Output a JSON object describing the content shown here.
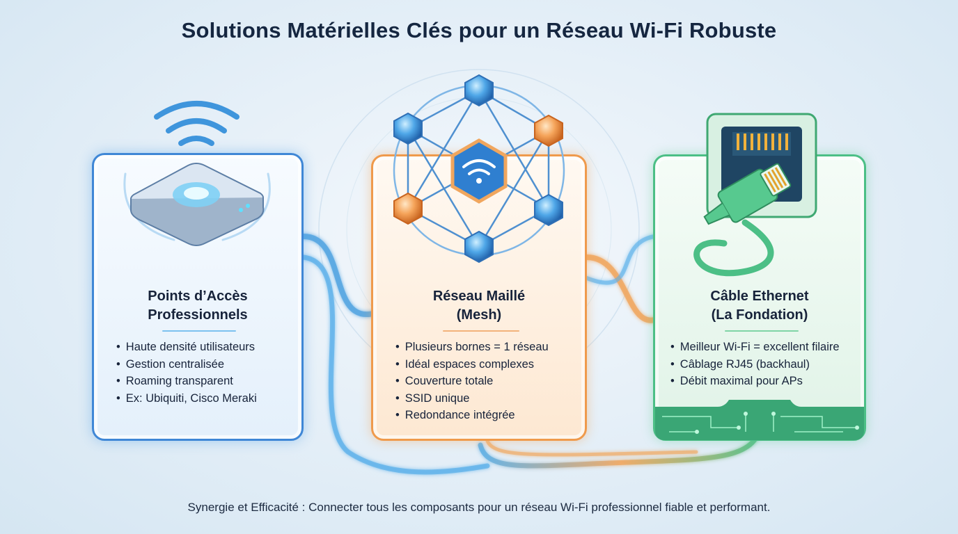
{
  "title": "Solutions Matérielles Clés pour un Réseau Wi-Fi Robuste",
  "footer": "Synergie et Efficacité : Connecter tous les composants pour un réseau Wi-Fi professionnel fiable et performant.",
  "cards": [
    {
      "title_line1": "Points d’Accès",
      "title_line2": "Professionnels",
      "accent": "#3f87d6",
      "bullets": [
        "Haute densité utilisateurs",
        "Gestion centralisée",
        "Roaming transparent",
        "Ex: Ubiquiti, Cisco Meraki"
      ]
    },
    {
      "title_line1": "Réseau Maillé",
      "title_line2": "(Mesh)",
      "accent": "#ef9a4c",
      "bullets": [
        "Plusieurs bornes = 1 réseau",
        "Idéal espaces complexes",
        "Couverture totale",
        "SSID unique",
        "Redondance intégrée"
      ]
    },
    {
      "title_line1": "Câble Ethernet",
      "title_line2": "(La Fondation)",
      "accent": "#4cbf86",
      "bullets": [
        "Meilleur Wi-Fi = excellent filaire",
        "Câblage RJ45 (backhaul)",
        "Débit maximal pour APs"
      ]
    }
  ],
  "icons": {
    "access_point": "wifi-access-point-icon",
    "mesh": "mesh-network-icon",
    "ethernet": "ethernet-cable-icon"
  }
}
